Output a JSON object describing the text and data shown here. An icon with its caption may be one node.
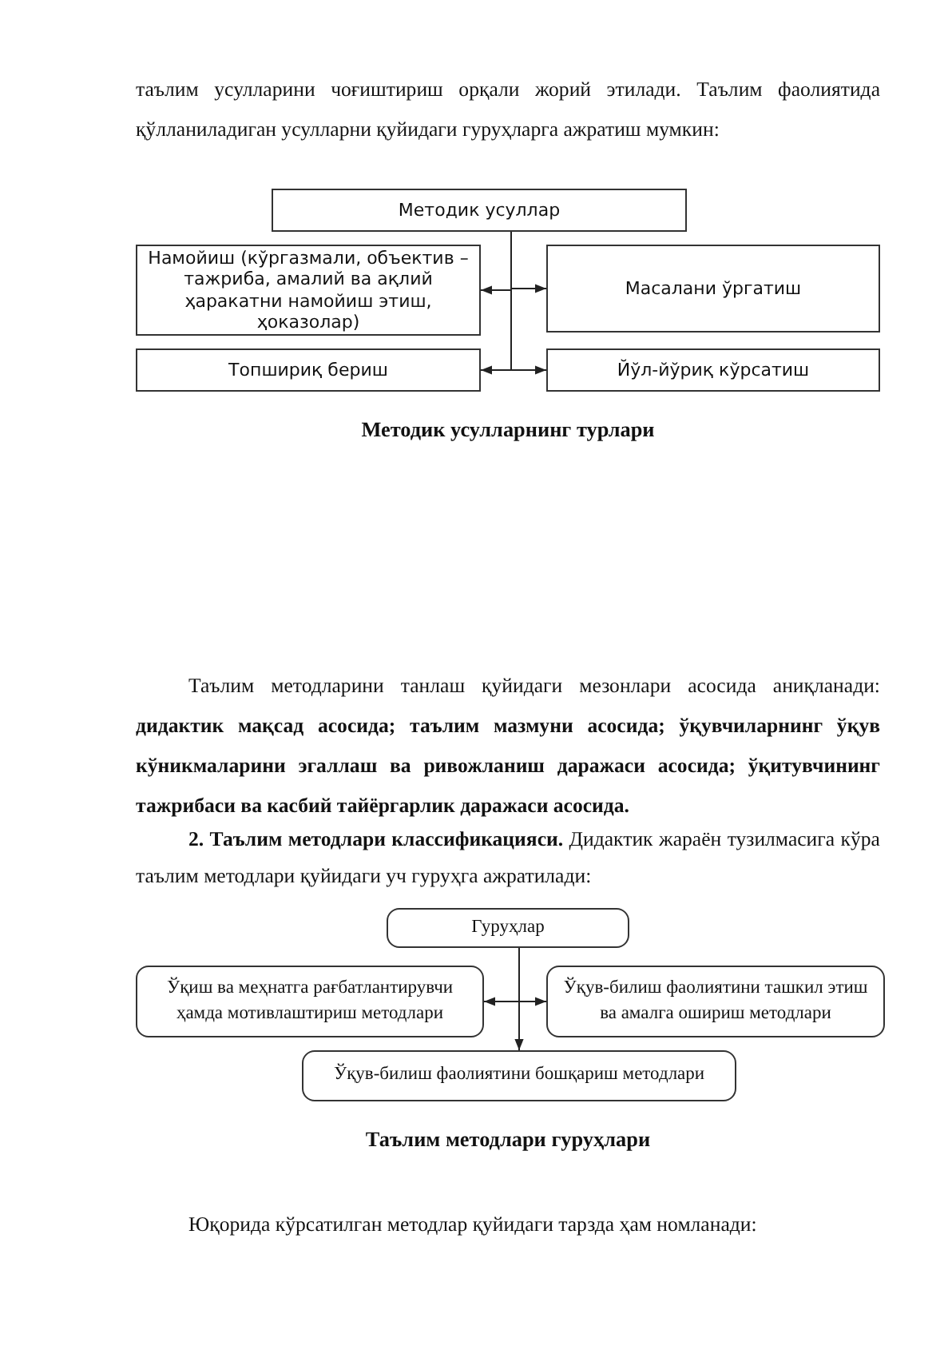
{
  "diagram": {
    "nodes": [
      {
        "text": [
          "Методик усуллар"
        ]
      },
      {
        "text": [
          "Намойиш (кўргазмали, объектив – тажриба, амалий ва ақлий ҳаракатни намойиш этиш, ҳоказолар)"
        ]
      },
      {
        "text": [
          "Масалани ўргатиш"
        ]
      },
      {
        "text": [
          "Топшириқ бериш"
        ]
      },
      {
        "text": [
          "Йўл-йўриқ кўрсатиш"
        ]
      },
      {
        "text": [
          "Гуруҳлар"
        ]
      },
      {
        "text": [
          "Ўқиш ва меҳнатга рағбатлантирувчи ҳамда мотивлаштириш методлари"
        ]
      },
      {
        "text": [
          "Ўқув-билиш фаолиятини ташкил этиш ва амалга ошириш методлари"
        ]
      },
      {
        "text": [
          "Ўқув-билиш фаолиятини бошқариш методлари"
        ]
      }
    ],
    "edges": [
      {
        "from": 0,
        "to": 1,
        "arrow": "to"
      },
      {
        "from": 0,
        "to": 2,
        "arrow": "to"
      },
      {
        "from": 0,
        "to": 3,
        "arrow": "to"
      },
      {
        "from": 0,
        "to": 4,
        "arrow": "to"
      },
      {
        "from": 5,
        "to": 6,
        "arrow": "to"
      },
      {
        "from": 5,
        "to": 7,
        "arrow": "to"
      },
      {
        "from": 5,
        "to": 8,
        "arrow": "to"
      }
    ],
    "labels": [
      "таълим усулларини чоғиштириш орқали жорий этилади. Таълим фаолиятида қўлланиладиган усулларни қуйидаги гуруҳларга ажратиш мумкин:",
      "Методик усулларнинг турлари",
      "Таълим методларини танлаш қуйидаги мезонлари асосида аниқланади: **дидактик мақсад асосида; таълим мазмуни асосида; ўқувчиларнинг ўқув кўникмаларини эгаллаш ва ривожланиш даражаси асосида; ўқитувчининг тажрибаси ва касбий тайёргарлик даражаси асосида.**",
      "**2. Таълим методлари классификацияси.** Дидактик жараён тузилмасига кўра таълим методлари қуйидаги уч гуруҳга ажратилади:",
      "Таълим методлари гуруҳлари",
      "Юқорида кўрсатилган методлар қуйидаги тарзда ҳам номланади:"
    ]
  }
}
